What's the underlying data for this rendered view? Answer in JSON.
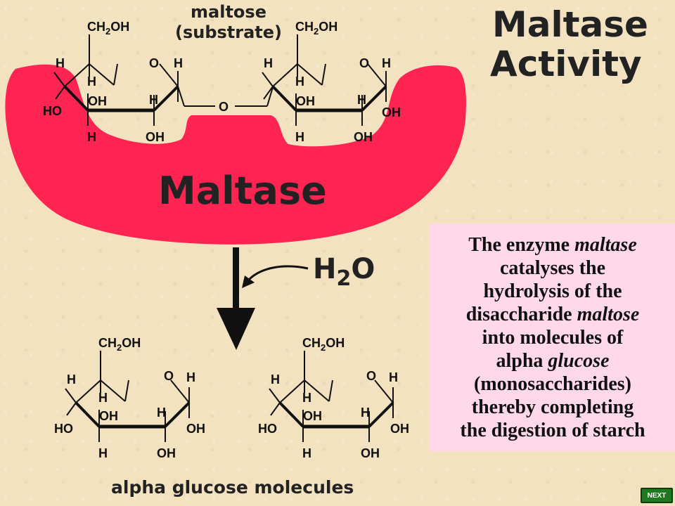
{
  "title": {
    "line1": "Maltase",
    "line2": "Activity"
  },
  "substrate_label": {
    "line1": "maltose",
    "line2": "(substrate)"
  },
  "enzyme_label": "Maltase",
  "water_label": {
    "h": "H",
    "sub": "2",
    "o": "O"
  },
  "product_label": "alpha glucose molecules",
  "bridge_oxygen": "O",
  "atoms": {
    "ch2oh": "CH",
    "ch2oh_sub": "2",
    "ch2oh_tail": "OH",
    "h": "H",
    "o": "O",
    "oh": "OH",
    "ho": "HO"
  },
  "caption": {
    "l1a": "The enzyme ",
    "l1b": "maltase",
    "l2": "catalyses the",
    "l3": "hydrolysis of the",
    "l4a": "disaccharide ",
    "l4b": "maltose",
    "l5": "into molecules of",
    "l6a": "alpha ",
    "l6b": "glucose",
    "l7": "(monosaccharides)",
    "l8": "thereby completing",
    "l9": "the digestion of starch"
  },
  "next_label": "NEXT",
  "colors": {
    "enzyme": "#ff2452",
    "caption_bg": "#ffd9ea",
    "background": "#f3e2c0",
    "next_bg": "#1f7a1f"
  }
}
